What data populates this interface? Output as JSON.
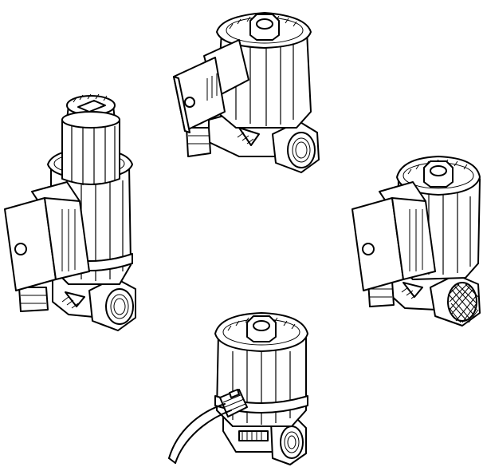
{
  "figure": {
    "items": [
      {
        "id": "valve-top",
        "glyph": ""
      },
      {
        "id": "valve-left",
        "glyph": ""
      },
      {
        "id": "valve-right",
        "glyph": ""
      },
      {
        "id": "valve-bottom",
        "glyph": ""
      }
    ]
  }
}
